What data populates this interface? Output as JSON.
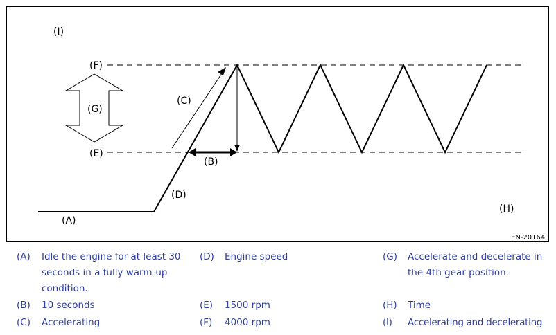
{
  "diagram": {
    "labels": {
      "A": "(A)",
      "B": "(B)",
      "C": "(C)",
      "D": "(D)",
      "E": "(E)",
      "F": "(F)",
      "G": "(G)",
      "H": "(H)",
      "I": "(I)"
    },
    "figure_code": "EN-20164"
  },
  "legend": [
    {
      "key": "(A)",
      "text": "Idle the engine for at least 30 seconds in a fully warm-up condition."
    },
    {
      "key": "(B)",
      "text": "10 seconds"
    },
    {
      "key": "(C)",
      "text": "Accelerating"
    },
    {
      "key": "(D)",
      "text": "Engine speed"
    },
    {
      "key": "(E)",
      "text": "1500 rpm"
    },
    {
      "key": "(F)",
      "text": "4000 rpm"
    },
    {
      "key": "(G)",
      "text": "Accelerate and decelerate in the 4th gear position."
    },
    {
      "key": "(H)",
      "text": "Time"
    },
    {
      "key": "(I)",
      "text": "Accelerating and decelerating"
    }
  ],
  "colors": {
    "legend_text": "#2f3f9f",
    "line": "#000000"
  }
}
